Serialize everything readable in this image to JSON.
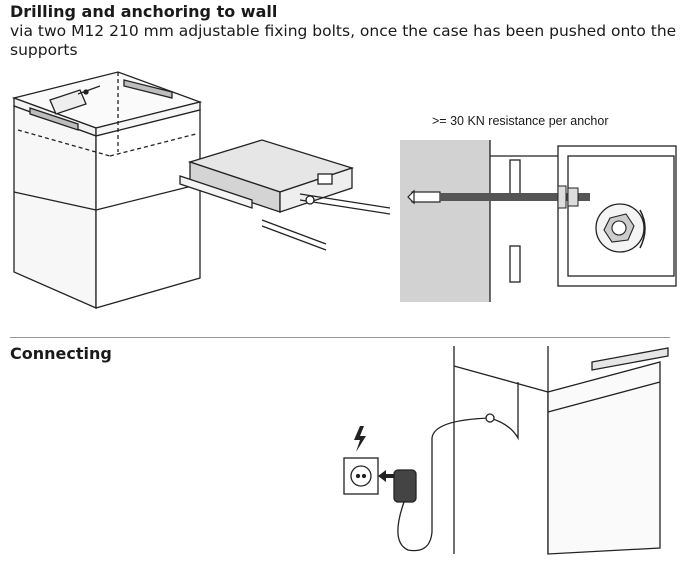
{
  "section1": {
    "title": "Drilling and anchoring to wall",
    "subtitle": "via two M12 210 mm adjustable fixing bolts, once the case has been pushed onto the supports",
    "anchor_note": ">= 30 KN resistance per anchor"
  },
  "section2": {
    "title": "Connecting"
  }
}
